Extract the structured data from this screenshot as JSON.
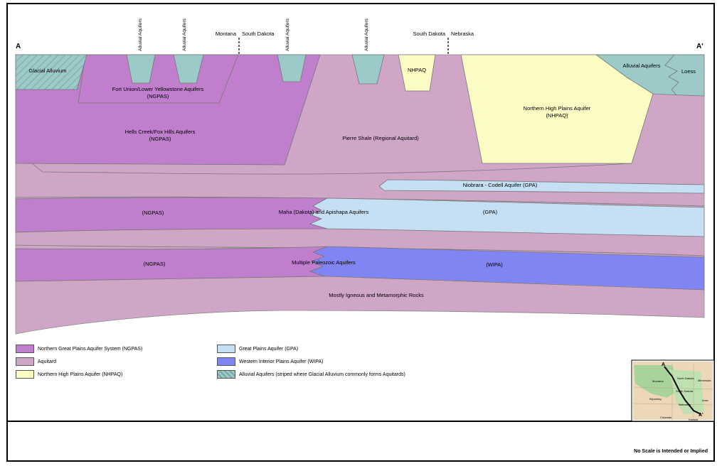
{
  "colors": {
    "ngpas": "#bf7fcc",
    "aquitard": "#cfa6c6",
    "nhpaq": "#fbfbc4",
    "gpa": "#c5e0f5",
    "wipa": "#8185f4",
    "alluvial": "#9ccac9"
  },
  "section": {
    "start": "A",
    "end": "A'"
  },
  "boundaries": {
    "mt_sd": {
      "left": "Montana",
      "right": "South Dakota"
    },
    "sd_ne": {
      "left": "South Dakota",
      "right": "Nebraska"
    }
  },
  "alluvial_top_label": "Alluvial Aquifers",
  "units": {
    "glacial_alluvium": "Glacial Alluvium",
    "fort_union": "Fort Union/Lower Yellowstone Aquifers",
    "fort_union_abbr": "(NGPAS)",
    "hells_creek": "Hells Creek/Fox Hills Aquifers",
    "hells_creek_abbr": "(NGPAS)",
    "pierre_shale": "Pierre Shale (Regional Aquitard)",
    "nhpaq_small": "NHPAQ",
    "nhpaq_main": "Northern High Plains Aquifer",
    "nhpaq_main_abbr": "(NHPAQ)",
    "alluvial_right": "Alluvial Aquifers",
    "loess": "Loess",
    "niobrara": "Niobrara - Codell Aquifer (GPA)",
    "maha_ngpas": "(NGPAS)",
    "maha": "Maha (Dakota) and Apishapa Aquifers",
    "maha_gpa": "(GPA)",
    "paleo_ngpas": "(NGPAS)",
    "paleozoic": "Multiple Paleozoic Aquifers",
    "paleo_wipa": "(WIPA)",
    "igneous": "Mostly Igneous and Metamorphic Rocks"
  },
  "legend": [
    {
      "label": "Northern Great Plains Aquifer System (NGPAS)",
      "color": "#bf7fcc"
    },
    {
      "label": "Aquitard",
      "color": "#cfa6c6"
    },
    {
      "label": "Northern High Plains Aquifer (NHPAQ)",
      "color": "#fbfbc4"
    },
    {
      "label": "Great Plains Aquifer (GPA)",
      "color": "#c5e0f5"
    },
    {
      "label": "Western Interior Plains Aquifer (WIPA)",
      "color": "#8185f4"
    },
    {
      "label": "Alluvial Aquifers (striped where Glacial Alluvium commonly forms Aquitards)",
      "color": "#9ccac9"
    }
  ],
  "inset_map": {
    "start": "A",
    "end": "A'",
    "states": [
      "Montana",
      "North Dakota",
      "Minnesota",
      "South Dakota",
      "Wyoming",
      "Nebraska",
      "Iowa",
      "Colorado",
      "Kansas"
    ]
  },
  "note": "No Scale is Intended or Implied"
}
